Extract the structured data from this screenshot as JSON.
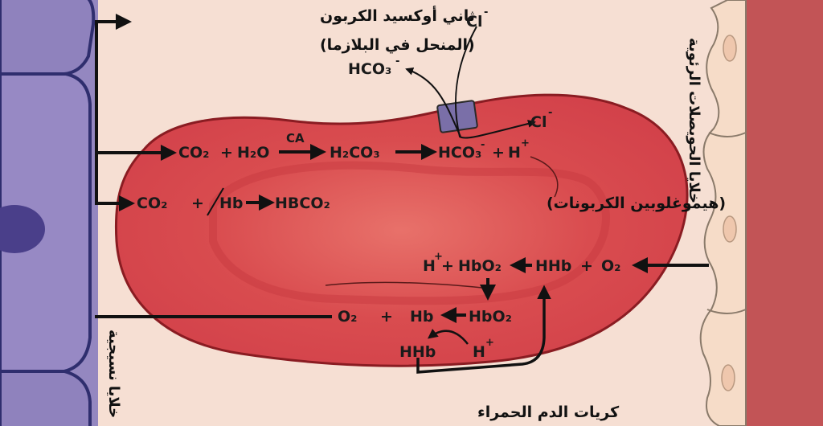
{
  "labels": {
    "co2_plasma_line1": "ثاني أوكسيد الكربون",
    "co2_plasma_line2": "(المنحل في البلازما)",
    "carbaminohemoglobin": "(هيموغلوبين الكربونات)",
    "red_blood_cell": "كريات الدم الحمراء",
    "tissue_cells": "خلايا نسيجية",
    "alveolar_cells": "خلايا الحويصلات الرئوية"
  },
  "reactions": {
    "row1": {
      "co2": "CO₂",
      "plus": "+",
      "h2o": "H₂O",
      "enzyme": "CA",
      "h2co3": "H₂CO₃",
      "hco3": "HCO₃",
      "hco3_charge": "-",
      "plus2": "+",
      "h": "H",
      "h_charge": "+"
    },
    "row2": {
      "co2": "CO₂",
      "plus": "+",
      "hb": "Hb",
      "hbco2": "HBCO₂"
    },
    "row3": {
      "h": "H",
      "h_charge": "+",
      "plus": "+",
      "hbo2": "HbO₂",
      "hhb": "HHb",
      "plus2": "+",
      "o2": "O₂"
    },
    "row4": {
      "o2": "O₂",
      "plus": "+",
      "hb": "Hb",
      "hbo2": "HbO₂"
    },
    "row5": {
      "hhb": "HHb",
      "h": "H",
      "h_charge": "+"
    },
    "exchange": {
      "cl_in": "Cl",
      "cl_in_charge": "-",
      "hco3_out": "HCO₃",
      "hco3_out_charge": "-",
      "cl_out": "Cl",
      "cl_out_charge": "-"
    }
  },
  "colors": {
    "background": "#f6dfd3",
    "tissue_cell": "#9487c0",
    "tissue_border": "#3b3a78",
    "nucleus": "#4a3f8a",
    "alveolar_cell": "#f6dcc8",
    "alveolar_border": "#8a7a6a",
    "capillary": "#c25456",
    "rbc_fill": "#e25c58",
    "rbc_border": "#8a1c22",
    "channel": "#7a6fa8"
  }
}
